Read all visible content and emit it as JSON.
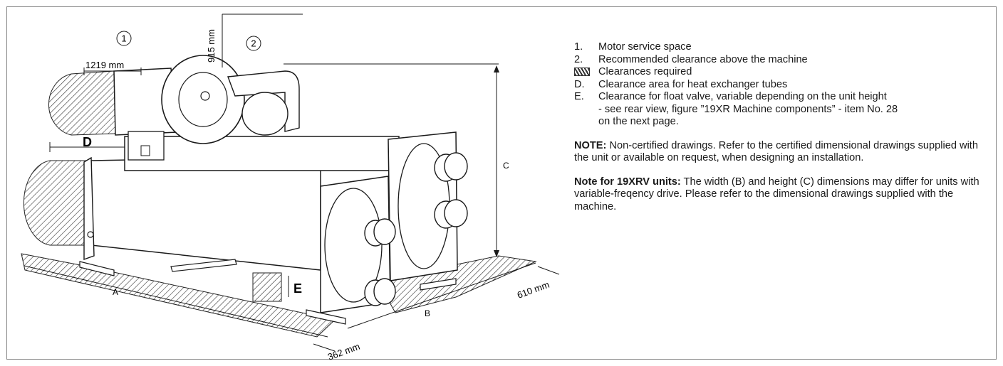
{
  "callouts": {
    "c1": "1",
    "c2": "2",
    "dim_1219": "1219 mm",
    "dim_915": "915 mm",
    "letter_d": "D",
    "letter_e": "E",
    "dim_a": "A",
    "dim_b": "B",
    "dim_c": "C",
    "dim_610": "610 mm",
    "dim_362": "362 mm"
  },
  "legend": {
    "items": [
      {
        "num": "1.",
        "text": "Motor service space"
      },
      {
        "num": "2.",
        "text": "Recommended clearance above the machine"
      },
      {
        "num": "",
        "text": "Clearances required"
      },
      {
        "num": "D.",
        "text": "Clearance area for heat exchanger tubes"
      },
      {
        "num": "E.",
        "text": "Clearance for float valve, variable depending on the unit height"
      }
    ],
    "e_cont1": "- see rear view, figure ”19XR Machine components” - item No. 28",
    "e_cont2": "on the next page."
  },
  "notes": {
    "n1_label": "NOTE:",
    "n1_text": " Non-certified drawings. Refer to the certified dimensional drawings supplied with the unit or available on request, when designing an installation.",
    "n2_label": "Note for 19XRV units:",
    "n2_text": " The width (B) and height (C) dimensions may differ for units with variable-freqency drive. Please refer to the dimensional drawings supplied with the machine."
  },
  "colors": {
    "line": "#1a1a1a",
    "hatch": "#333333",
    "frame": "#888888"
  }
}
